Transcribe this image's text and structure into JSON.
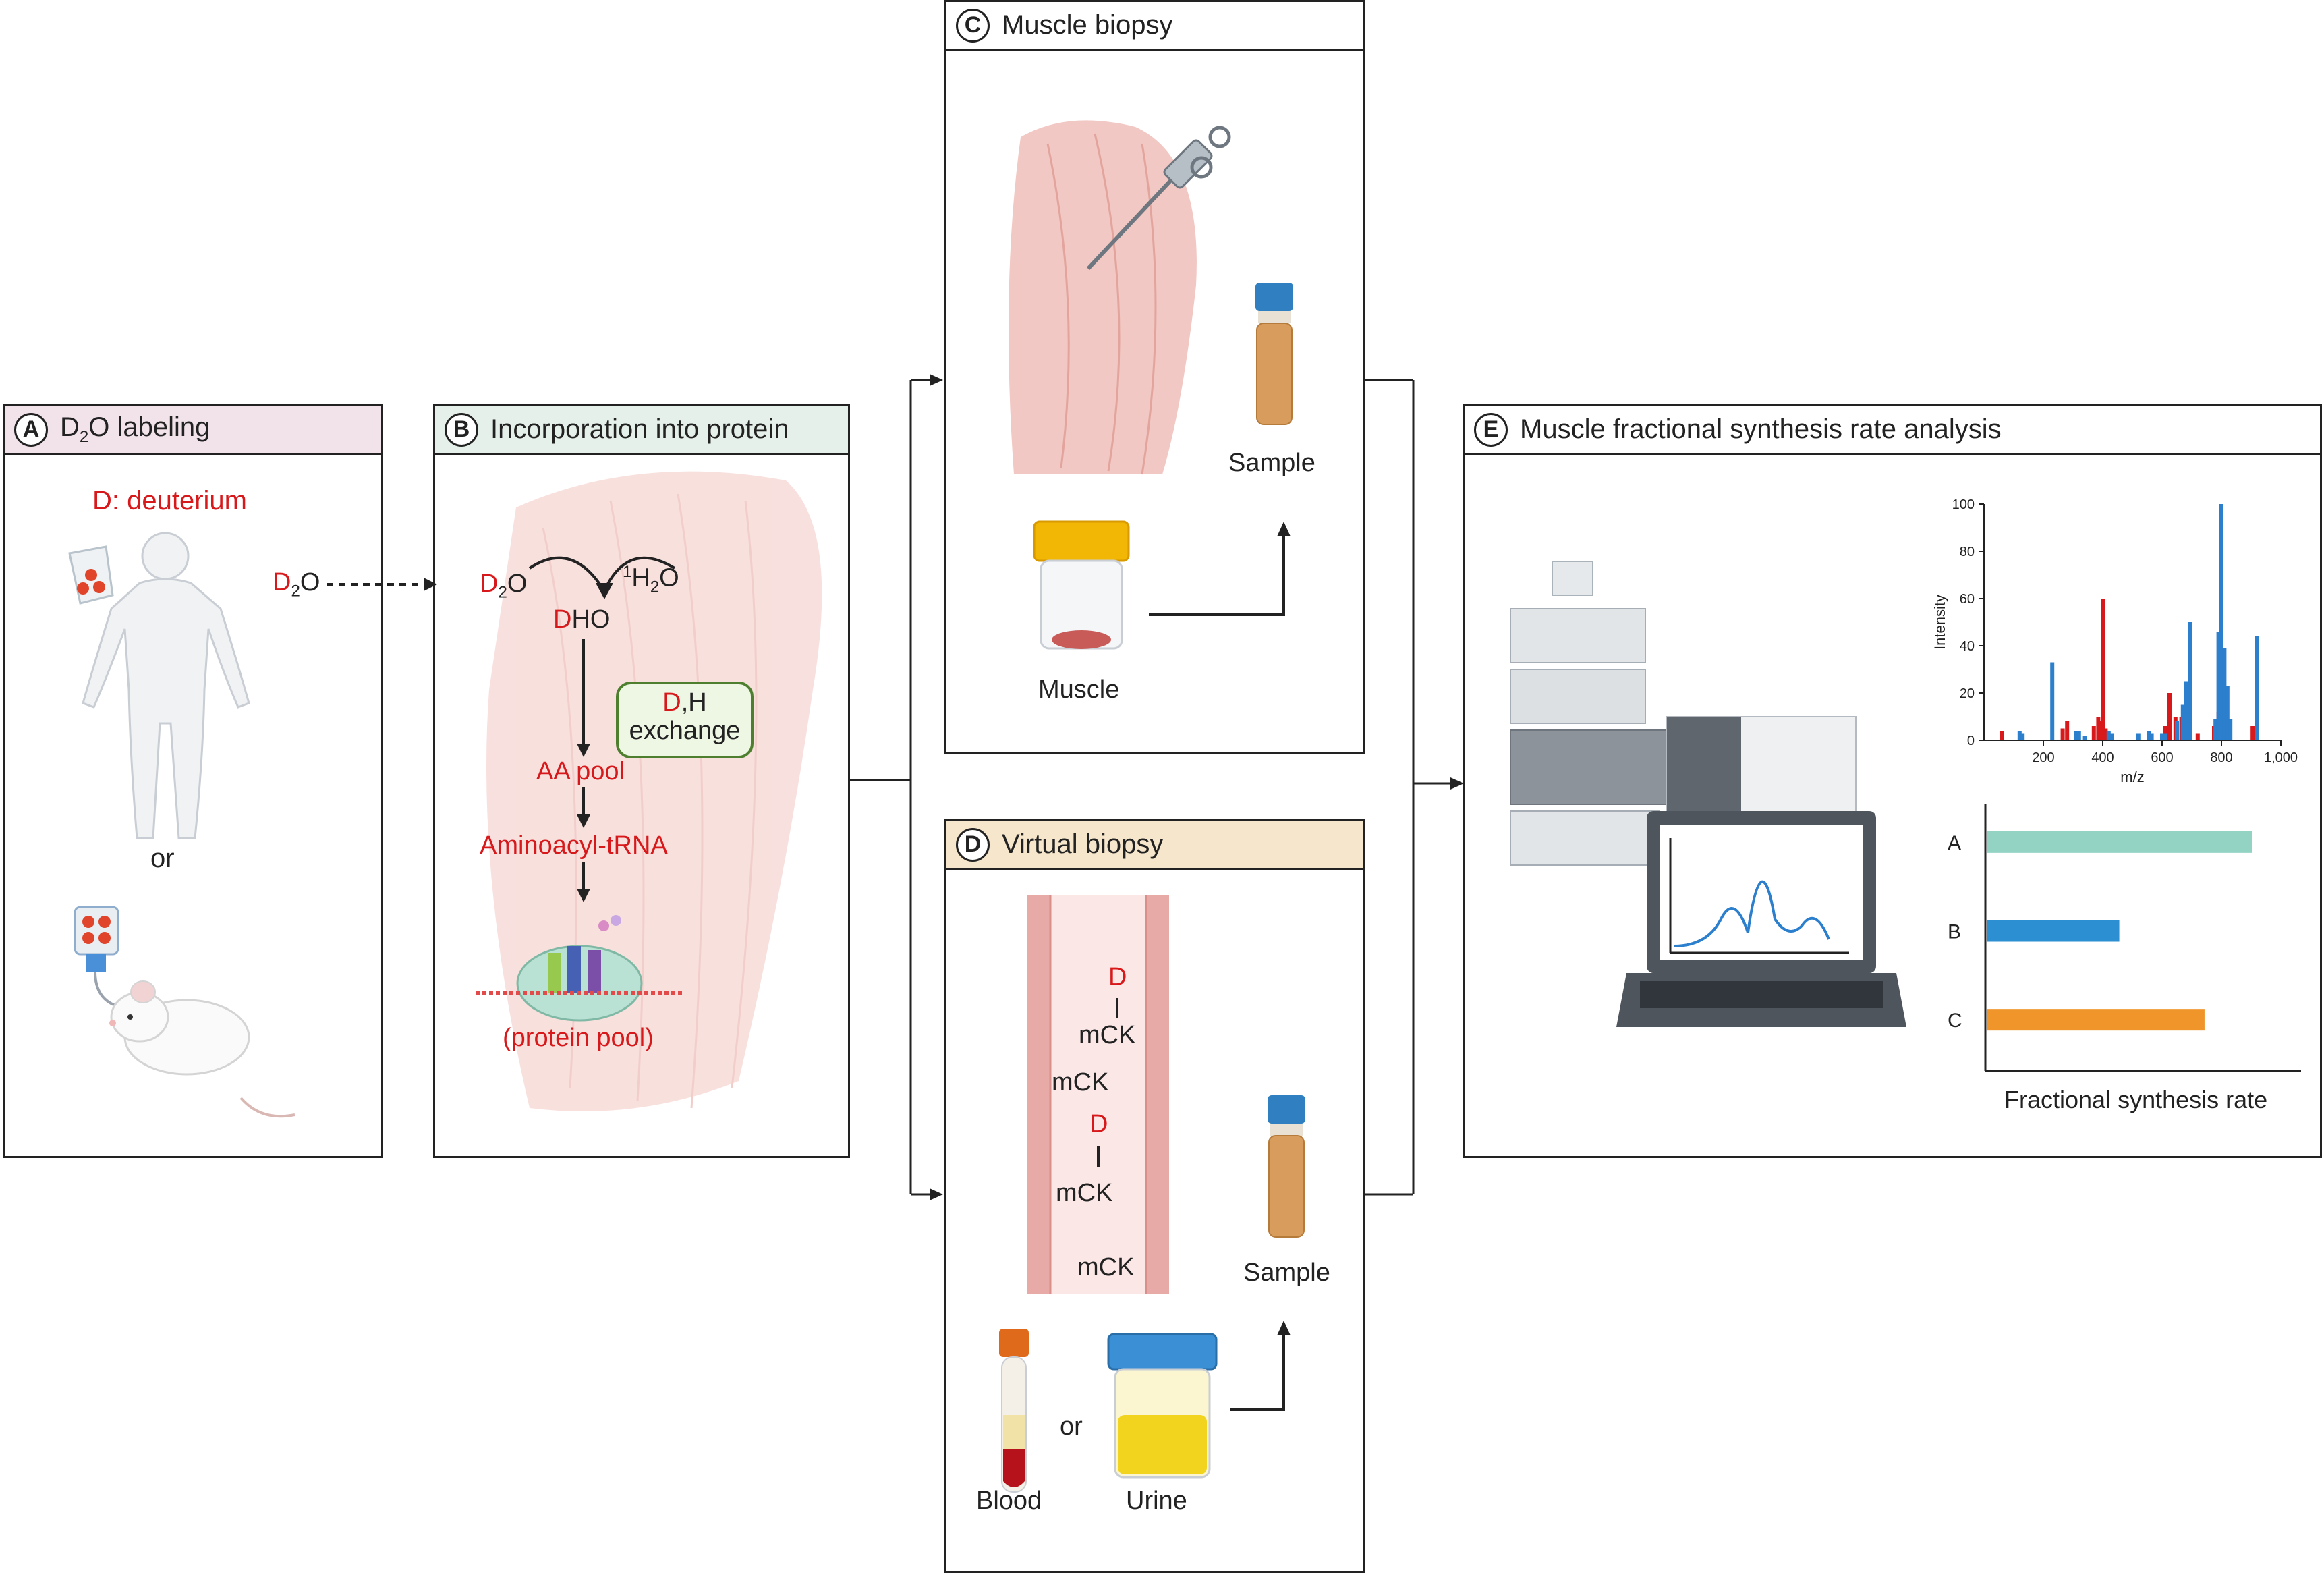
{
  "panels": {
    "a": {
      "letter": "A",
      "title_d": "D",
      "title_sub": "2",
      "title_rest": "O labeling",
      "header_color": "#f2e3ea",
      "deuterium": "D: deuterium",
      "or": "or"
    },
    "b": {
      "letter": "B",
      "title": "Incorporation into protein",
      "header_color": "#e6f0ea",
      "d2o_left": {
        "d": "D",
        "sub": "2",
        "o": "O"
      },
      "d2o": {
        "d": "D",
        "sub": "2",
        "o": "O"
      },
      "h2o": {
        "sup": "1",
        "h": "H",
        "sub": "2",
        "o": "O"
      },
      "dho": {
        "d": "D",
        "rest": "HO"
      },
      "exchange": {
        "d": "D",
        "h": ",H",
        "line2": "exchange"
      },
      "aa_pool": "AA pool",
      "aminoacyl": "Aminoacyl-tRNA",
      "protein_pool": "(protein pool)"
    },
    "c": {
      "letter": "C",
      "title": "Muscle biopsy",
      "header_color": "#ffffff",
      "sample": "Sample",
      "muscle": "Muscle"
    },
    "d": {
      "letter": "D",
      "title": "Virtual biopsy",
      "header_color": "#f6e6cc",
      "d1": "D",
      "mck1": "mCK",
      "mck2": "mCK",
      "d2": "D",
      "mck3": "mCK",
      "mck4": "mCK",
      "sample": "Sample",
      "blood": "Blood",
      "or": "or",
      "urine": "Urine"
    },
    "e": {
      "letter": "E",
      "title": "Muscle fractional synthesis rate analysis",
      "header_color": "#ffffff",
      "fsr_label": "Fractional synthesis rate"
    }
  },
  "chart_data": [
    {
      "type": "bar",
      "title": "",
      "xlabel": "m/z",
      "ylabel": "Intensity",
      "xlim": [
        0,
        1000
      ],
      "ylim": [
        0,
        100
      ],
      "x_ticks": [
        "200",
        "400",
        "600",
        "800",
        "1,000"
      ],
      "y_ticks": [
        "0",
        "20",
        "40",
        "60",
        "80",
        "100"
      ],
      "series": [
        {
          "color": "#d7191c",
          "points": [
            [
              60,
              4
            ],
            [
              265,
              5
            ],
            [
              280,
              8
            ],
            [
              370,
              6
            ],
            [
              385,
              10
            ],
            [
              395,
              8
            ],
            [
              400,
              60
            ],
            [
              410,
              5
            ],
            [
              610,
              6
            ],
            [
              625,
              20
            ],
            [
              645,
              10
            ],
            [
              665,
              10
            ],
            [
              720,
              3
            ],
            [
              775,
              6
            ],
            [
              790,
              12
            ],
            [
              805,
              4
            ],
            [
              905,
              6
            ]
          ]
        },
        {
          "color": "#2b7fcc",
          "points": [
            [
              120,
              4
            ],
            [
              130,
              3
            ],
            [
              230,
              33
            ],
            [
              310,
              4
            ],
            [
              320,
              4
            ],
            [
              340,
              2
            ],
            [
              420,
              4
            ],
            [
              430,
              3
            ],
            [
              520,
              3
            ],
            [
              555,
              4
            ],
            [
              565,
              3
            ],
            [
              600,
              3
            ],
            [
              610,
              3
            ],
            [
              650,
              8
            ],
            [
              670,
              15
            ],
            [
              680,
              25
            ],
            [
              695,
              50
            ],
            [
              780,
              9
            ],
            [
              790,
              46
            ],
            [
              800,
              100
            ],
            [
              810,
              39
            ],
            [
              820,
              23
            ],
            [
              830,
              9
            ],
            [
              920,
              44
            ]
          ]
        }
      ]
    },
    {
      "type": "bar",
      "orientation": "horizontal",
      "xlabel": "Fractional synthesis rate",
      "categories": [
        "A",
        "B",
        "C"
      ],
      "values": [
        0.84,
        0.42,
        0.69
      ],
      "xlim": [
        0,
        1
      ],
      "colors": [
        "#93d3c4",
        "#2b8fd1",
        "#f0952a"
      ]
    }
  ]
}
